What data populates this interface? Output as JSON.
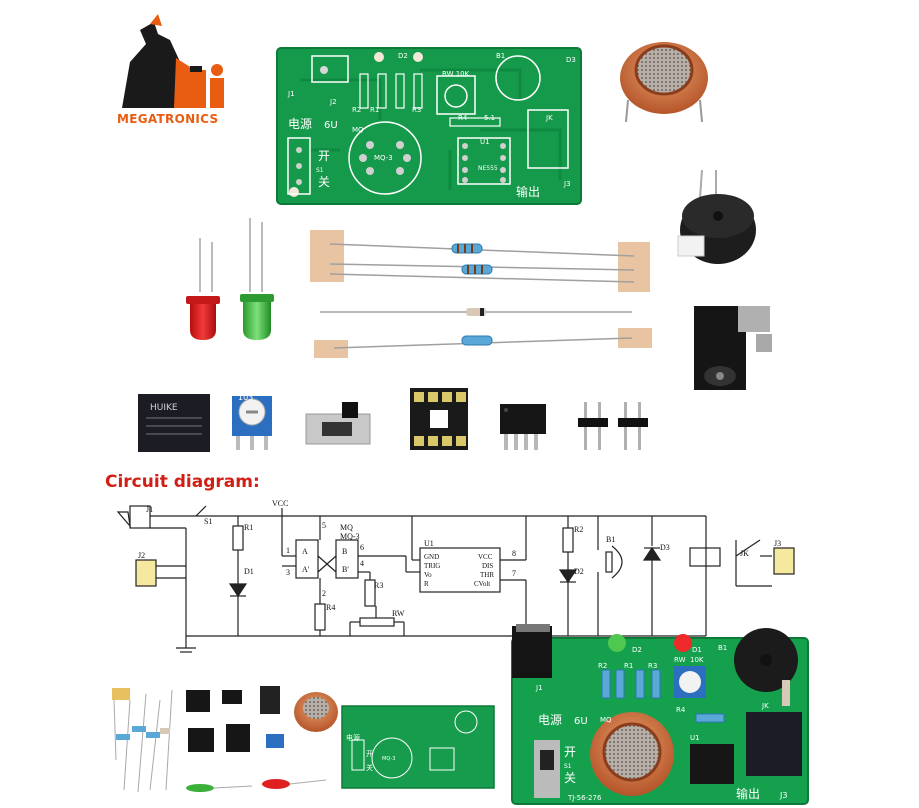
{
  "brand": {
    "logo_letters": "MI",
    "name": "MEGATRONICS",
    "color": "#e85d12"
  },
  "section_label": "Circuit diagram:",
  "pcb_top": {
    "labels": [
      "D2",
      "B1",
      "D3",
      "J1",
      "RW 10K",
      "J2",
      "R2",
      "R1",
      "R3",
      "电源",
      "6U",
      "R4",
      "5.1",
      "JK",
      "MQ",
      "MQ-3",
      "U1",
      "NE555",
      "开",
      "关",
      "S1",
      "输出",
      "J3"
    ]
  },
  "parts": {
    "relay_label": "HUIKE",
    "pot_label": "103"
  },
  "schematic": {
    "labels": {
      "j1": "J1",
      "s1": "S1",
      "vcc": "VCC",
      "r1": "R1",
      "mq": "MQ",
      "mq3": "MQ-3",
      "u1": "U1",
      "r2": "R2",
      "b1": "B1",
      "d3": "D3",
      "j3": "J3",
      "j2": "J2",
      "d1": "D1",
      "d2": "D2",
      "r3": "R3",
      "r4": "R4",
      "rw": "RW",
      "jk": "JK",
      "pin_a": "A",
      "pin_a2": "A'",
      "pin_b": "B",
      "pin_b2": "B'",
      "gnd": "GND",
      "vcc_pin": "VCC",
      "trig": "TRIG",
      "dis": "DIS",
      "vo": "Vo",
      "thr": "THR",
      "r_pin": "R",
      "cvolt": "CVolt",
      "n1": "1",
      "n2": "2",
      "n3": "3",
      "n4": "4",
      "n5": "5",
      "n6": "6",
      "n7": "7",
      "n8": "8"
    }
  },
  "pcb_bottom": {
    "labels": [
      "D2",
      "D1",
      "RW",
      "10K",
      "B1",
      "J1",
      "R2",
      "R1",
      "R3",
      "R4",
      "电源",
      "6U",
      "MQ",
      "JK",
      "开",
      "关",
      "S1",
      "U1",
      "输出",
      "J3",
      "TJ-56-276"
    ]
  },
  "pcb_small": {
    "labels": [
      "电源",
      "开",
      "关",
      "MQ-3"
    ]
  }
}
